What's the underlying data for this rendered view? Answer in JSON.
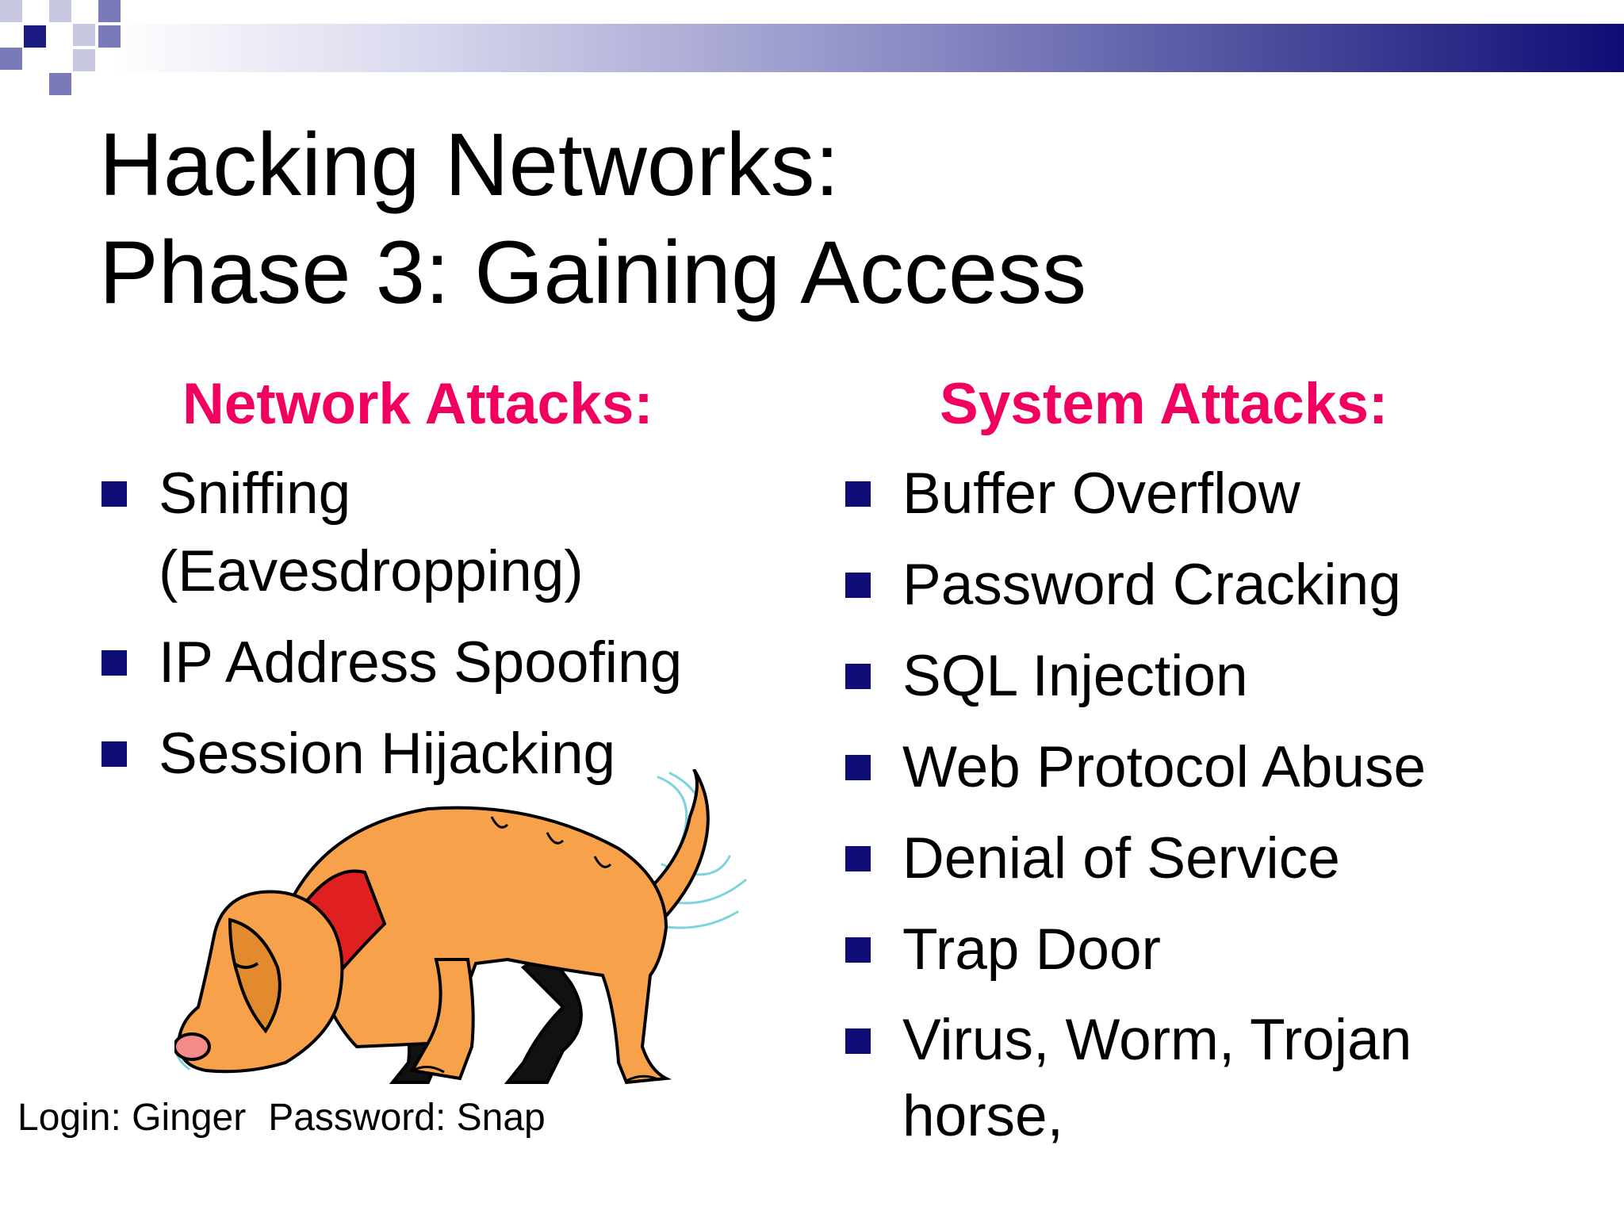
{
  "slide": {
    "title_lines": [
      "Hacking Networks:",
      "Phase 3: Gaining Access"
    ],
    "network_attacks": {
      "heading": "Network Attacks:",
      "items": [
        [
          "Sniffing",
          "(Eavesdropping)"
        ],
        [
          "IP Address Spoofing"
        ],
        [
          "Session Hijacking"
        ]
      ]
    },
    "system_attacks": {
      "heading": "System Attacks:",
      "items": [
        [
          "Buffer Overflow"
        ],
        [
          "Password Cracking"
        ],
        [
          "SQL Injection"
        ],
        [
          "Web Protocol Abuse"
        ],
        [
          "Denial of Service"
        ],
        [
          "Trap Door"
        ],
        [
          "Virus, Worm, Trojan",
          "horse,"
        ]
      ]
    },
    "caption": {
      "login": "Login: Ginger",
      "password": "Password: Snap"
    },
    "colors": {
      "heading_accent": "#f2005f",
      "bullet": "#0d0d75",
      "band_dark": "#0d0d75"
    },
    "illustration": "sniffing-dog-illustration"
  }
}
